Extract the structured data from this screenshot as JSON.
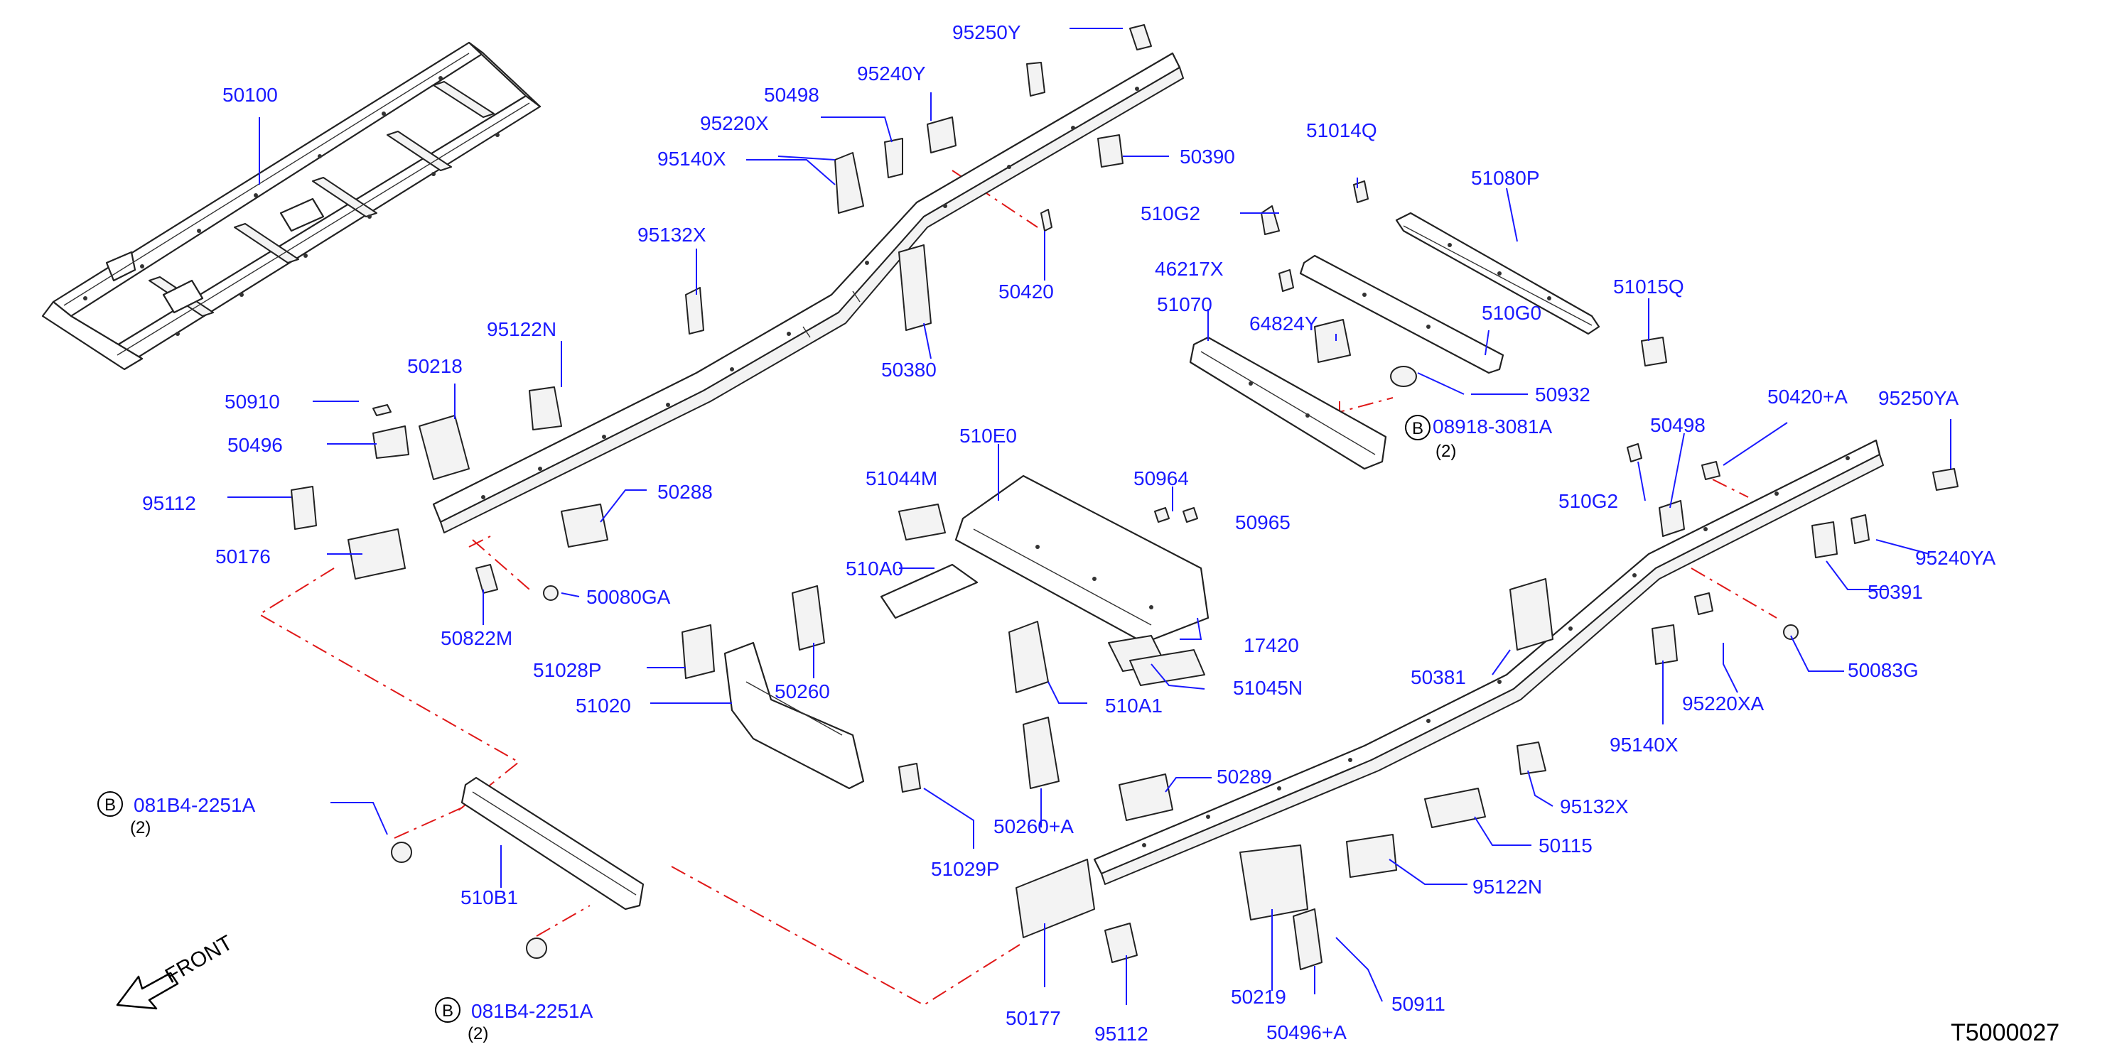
{
  "diagram": {
    "code": "T5000027",
    "front_label": "FRONT",
    "parts": [
      {
        "id": "50100",
        "text": "50100"
      },
      {
        "id": "95250Y",
        "text": "95250Y"
      },
      {
        "id": "95240Y",
        "text": "95240Y"
      },
      {
        "id": "50498",
        "text": "50498"
      },
      {
        "id": "95220X",
        "text": "95220X"
      },
      {
        "id": "95140X",
        "text": "95140X"
      },
      {
        "id": "50390",
        "text": "50390"
      },
      {
        "id": "51014Q",
        "text": "51014Q"
      },
      {
        "id": "51080P",
        "text": "51080P"
      },
      {
        "id": "510G2_top",
        "text": "510G2"
      },
      {
        "id": "95132X_top",
        "text": "95132X"
      },
      {
        "id": "50420",
        "text": "50420"
      },
      {
        "id": "46217X",
        "text": "46217X"
      },
      {
        "id": "51015Q",
        "text": "51015Q"
      },
      {
        "id": "51070",
        "text": "51070"
      },
      {
        "id": "510G0",
        "text": "510G0"
      },
      {
        "id": "64824Y",
        "text": "64824Y"
      },
      {
        "id": "95122N_top",
        "text": "95122N"
      },
      {
        "id": "50218",
        "text": "50218"
      },
      {
        "id": "50380",
        "text": "50380"
      },
      {
        "id": "50932",
        "text": "50932"
      },
      {
        "id": "50910",
        "text": "50910"
      },
      {
        "id": "08918-3081A",
        "text": "08918-3081A"
      },
      {
        "id": "50420+A",
        "text": "50420+A"
      },
      {
        "id": "95250YA",
        "text": "95250YA"
      },
      {
        "id": "50496",
        "text": "50496"
      },
      {
        "id": "510E0",
        "text": "510E0"
      },
      {
        "id": "50498_right",
        "text": "50498"
      },
      {
        "id": "51044M",
        "text": "51044M"
      },
      {
        "id": "50964",
        "text": "50964"
      },
      {
        "id": "95112_top",
        "text": "95112"
      },
      {
        "id": "50288",
        "text": "50288"
      },
      {
        "id": "510G2_right",
        "text": "510G2"
      },
      {
        "id": "50965",
        "text": "50965"
      },
      {
        "id": "50176",
        "text": "50176"
      },
      {
        "id": "510A0",
        "text": "510A0"
      },
      {
        "id": "95240YA",
        "text": "95240YA"
      },
      {
        "id": "50080GA",
        "text": "50080GA"
      },
      {
        "id": "50391",
        "text": "50391"
      },
      {
        "id": "17420",
        "text": "17420"
      },
      {
        "id": "50822M",
        "text": "50822M"
      },
      {
        "id": "50083G",
        "text": "50083G"
      },
      {
        "id": "51028P",
        "text": "51028P"
      },
      {
        "id": "50381",
        "text": "50381"
      },
      {
        "id": "51045N",
        "text": "51045N"
      },
      {
        "id": "50260",
        "text": "50260"
      },
      {
        "id": "95220XA",
        "text": "95220XA"
      },
      {
        "id": "510A1",
        "text": "510A1"
      },
      {
        "id": "51020",
        "text": "51020"
      },
      {
        "id": "95140X_right",
        "text": "95140X"
      },
      {
        "id": "50289",
        "text": "50289"
      },
      {
        "id": "95132X_right",
        "text": "95132X"
      },
      {
        "id": "081B4-2251A_top",
        "text": "081B4-2251A"
      },
      {
        "id": "50260+A",
        "text": "50260+A"
      },
      {
        "id": "50115",
        "text": "50115"
      },
      {
        "id": "51029P",
        "text": "51029P"
      },
      {
        "id": "95122N_right",
        "text": "95122N"
      },
      {
        "id": "510B1",
        "text": "510B1"
      },
      {
        "id": "081B4-2251A_bottom",
        "text": "081B4-2251A"
      },
      {
        "id": "50177",
        "text": "50177"
      },
      {
        "id": "95112_bottom",
        "text": "95112"
      },
      {
        "id": "50219",
        "text": "50219"
      },
      {
        "id": "50496+A",
        "text": "50496+A"
      },
      {
        "id": "50911",
        "text": "50911"
      }
    ],
    "quantities": {
      "q_08918": "(2)",
      "q_081B4_top": "(2)",
      "q_081B4_bottom": "(2)"
    },
    "callout_letter": "B"
  }
}
